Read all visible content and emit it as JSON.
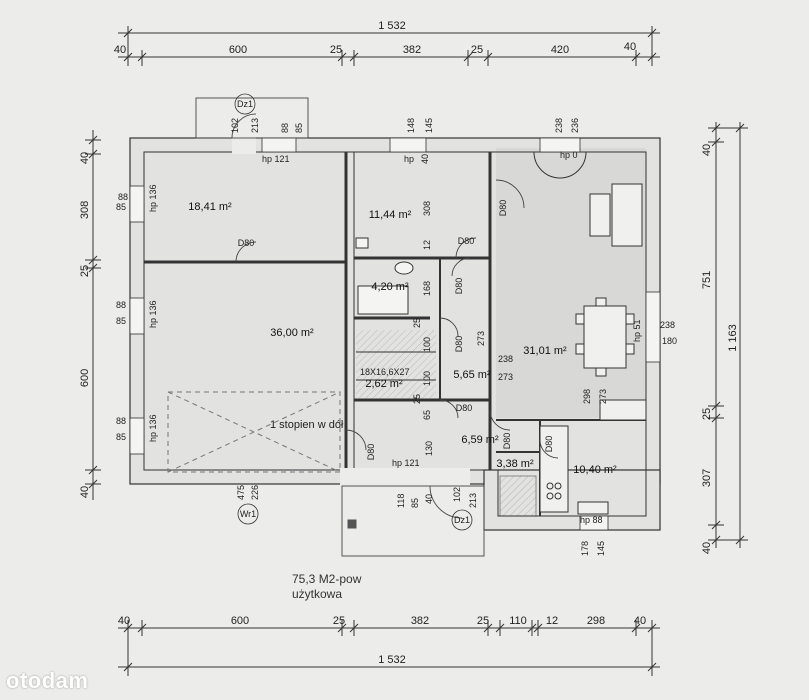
{
  "dimensions": {
    "top_total": "1 532",
    "top_row": [
      "40",
      "600",
      "25",
      "382",
      "25",
      "420",
      "40"
    ],
    "bottom_row": [
      "40",
      "600",
      "25",
      "382",
      "25",
      "110",
      "12",
      "298",
      "40"
    ],
    "bottom_total": "1 532",
    "left_col": [
      "40",
      "308",
      "25",
      "600",
      "40"
    ],
    "right_col": [
      "40",
      "751",
      "25",
      "307",
      "40"
    ],
    "right_total": "1 163"
  },
  "rooms": [
    {
      "area": "18,41 m²"
    },
    {
      "area": "11,44 m²"
    },
    {
      "area": "4,20 m²"
    },
    {
      "area": "36,00 m²"
    },
    {
      "area": "2,62 m²"
    },
    {
      "area": "5,65 m²"
    },
    {
      "area": "31,01 m²"
    },
    {
      "area": "6,59 m²"
    },
    {
      "area": "3,38 m²"
    },
    {
      "area": "10,40 m²"
    }
  ],
  "labels": {
    "dz1_top": "Dz1",
    "dz1_bottom": "Dz1",
    "wr1": "Wr1",
    "hp121_a": "hp 121",
    "hp121_b": "hp 121",
    "hp_top_mid": "hp",
    "hp0": "hp 0",
    "hp136_a": "hp 136",
    "hp136_b": "hp 136",
    "hp136_c": "hp 136",
    "hp51": "hp 51",
    "hp88": "hp 88",
    "d80": "D80",
    "stairs": "18X16,6X27",
    "step_down": "1 stopien w dół",
    "n102": "102",
    "n213": "213",
    "n88": "88",
    "n85": "85",
    "n148": "148",
    "n145": "145",
    "n40": "40",
    "n238": "238",
    "n236": "236",
    "n308": "308",
    "n12": "12",
    "n168": "168",
    "n25": "25",
    "n100": "100",
    "n273": "273",
    "n65": "65",
    "n130": "130",
    "n298": "298",
    "n180": "180",
    "n118": "118",
    "n475": "475",
    "n226": "226",
    "n178": "178"
  },
  "caption": {
    "line1": "75,3 M2-pow",
    "line2": "użytkowa"
  },
  "brand": "otodam"
}
